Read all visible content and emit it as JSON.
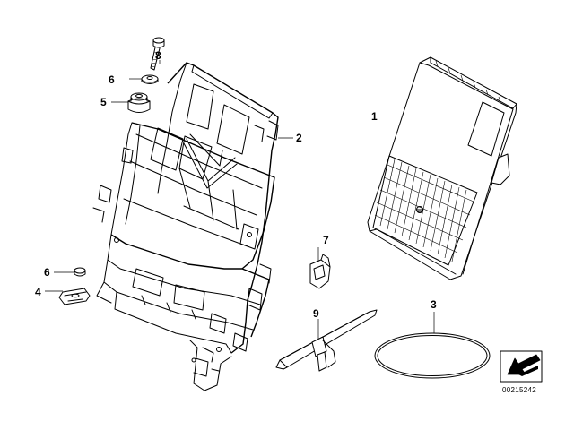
{
  "callouts": {
    "c1": "1",
    "c2": "2",
    "c3": "3",
    "c4": "4",
    "c5": "5",
    "c6a": "6",
    "c6b": "6",
    "c7": "7",
    "c8": "8",
    "c9": "9"
  },
  "doc_number": "00215242",
  "icons": {
    "corner_symbol": "arrow-down-left-icon"
  }
}
